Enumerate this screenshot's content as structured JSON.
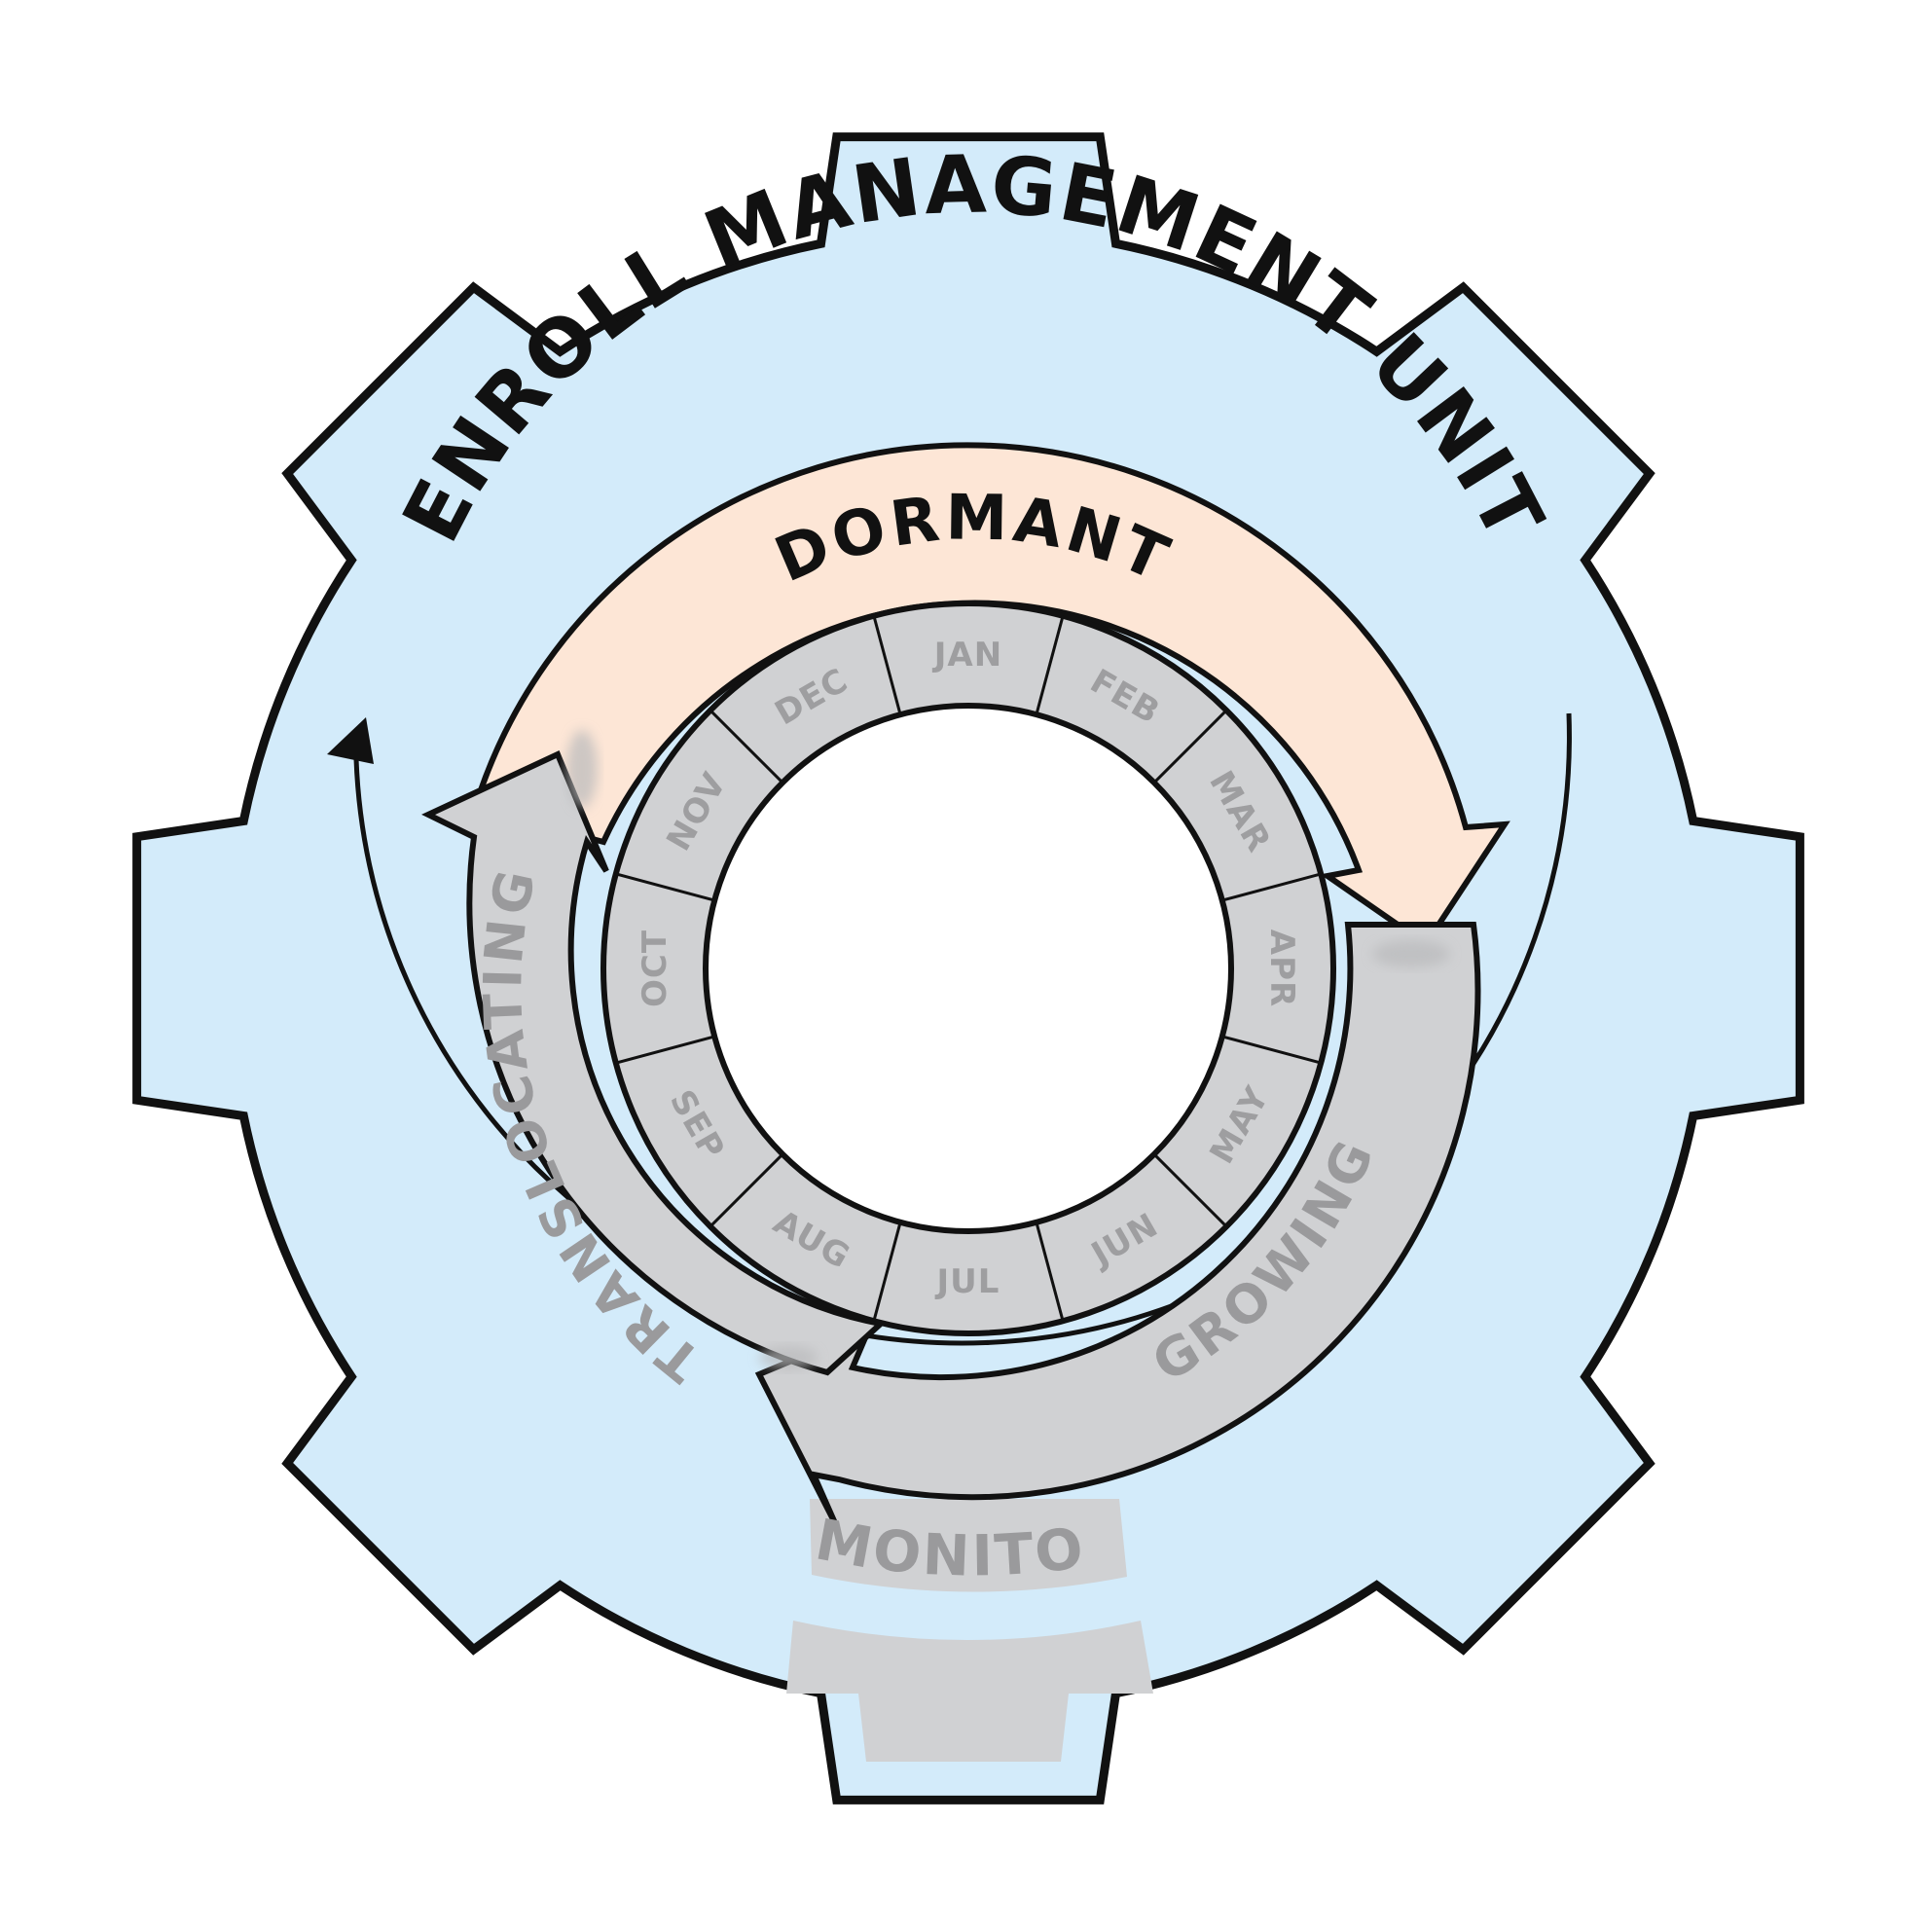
{
  "title": "ENROLL MANAGEMENT UNIT",
  "phases": {
    "dormant": "DORMANT",
    "growing": "GROWING",
    "translocating": "TRANSLOCATING"
  },
  "monitor_label": "MONITOR",
  "months": [
    "JAN",
    "FEB",
    "MAR",
    "APR",
    "MAY",
    "JUN",
    "JUL",
    "AUG",
    "SEP",
    "OCT",
    "NOV",
    "DEC"
  ],
  "colors": {
    "gear_fill": "#d3ebfa",
    "outline": "#111111",
    "dormant_fill": "#fde6d6",
    "gray_fill": "#d0d1d3",
    "gray_text": "#9a9a9c",
    "ring_fill": "#d0d1d3",
    "center_fill": "#ffffff"
  },
  "icons": {
    "gear": "gear-icon",
    "cycle_arrow": "arrow-cycle-icon"
  }
}
